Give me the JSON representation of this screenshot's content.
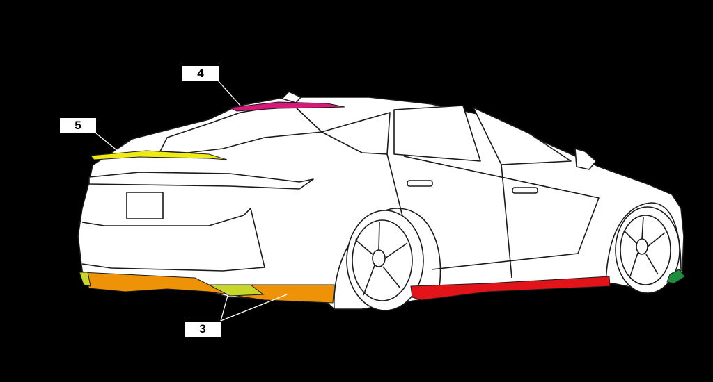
{
  "labels": {
    "part_3": "3",
    "part_4": "4",
    "part_5": "5"
  },
  "colors": {
    "background": "#000000",
    "outline": "#ffffff",
    "car_body": "#ffffff",
    "rear_diffuser": "#ee9208",
    "diffuser_tips": "#c8d62a",
    "roof_spoiler": "#d8197a",
    "trunk_spoiler": "#f0ea14",
    "side_skirt": "#e3131a",
    "front_lip": "#1e8e3e"
  },
  "parts": [
    {
      "number": "3",
      "name": "rear-diffuser"
    },
    {
      "number": "4",
      "name": "roof-spoiler"
    },
    {
      "number": "5",
      "name": "trunk-spoiler"
    }
  ]
}
